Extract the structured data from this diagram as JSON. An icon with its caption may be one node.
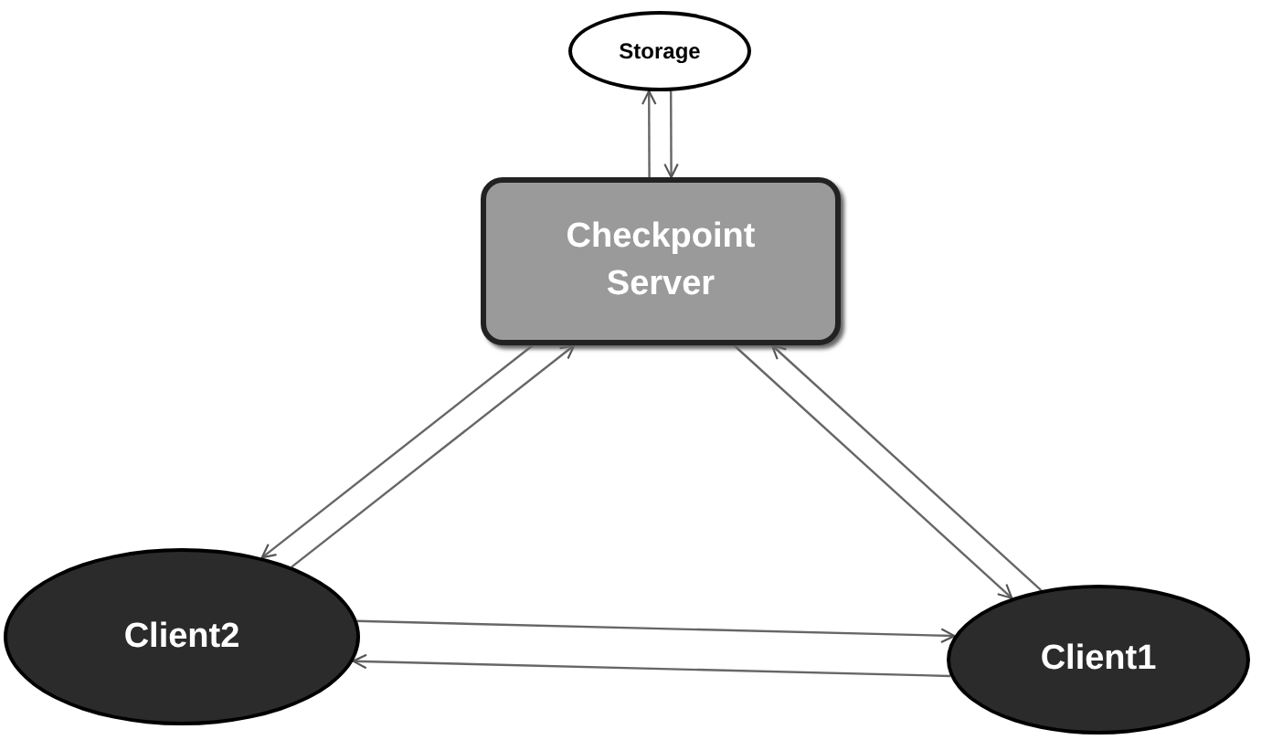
{
  "diagram": {
    "nodes": [
      {
        "text": [
          "Storage"
        ]
      },
      {
        "text": [
          "Checkpoint Server"
        ]
      },
      {
        "text": [
          "Client2"
        ]
      },
      {
        "text": [
          "Client1"
        ]
      }
    ],
    "edges": [
      {
        "from": 0,
        "to": 1,
        "arrow": "to"
      },
      {
        "from": 1,
        "to": 0,
        "arrow": "to"
      },
      {
        "from": 2,
        "to": 1,
        "arrow": "to"
      },
      {
        "from": 1,
        "to": 2,
        "arrow": "to"
      },
      {
        "from": 3,
        "to": 1,
        "arrow": "to"
      },
      {
        "from": 1,
        "to": 3,
        "arrow": "to"
      },
      {
        "from": 2,
        "to": 3,
        "arrow": "to"
      },
      {
        "from": 3,
        "to": 2,
        "arrow": "to"
      }
    ]
  }
}
